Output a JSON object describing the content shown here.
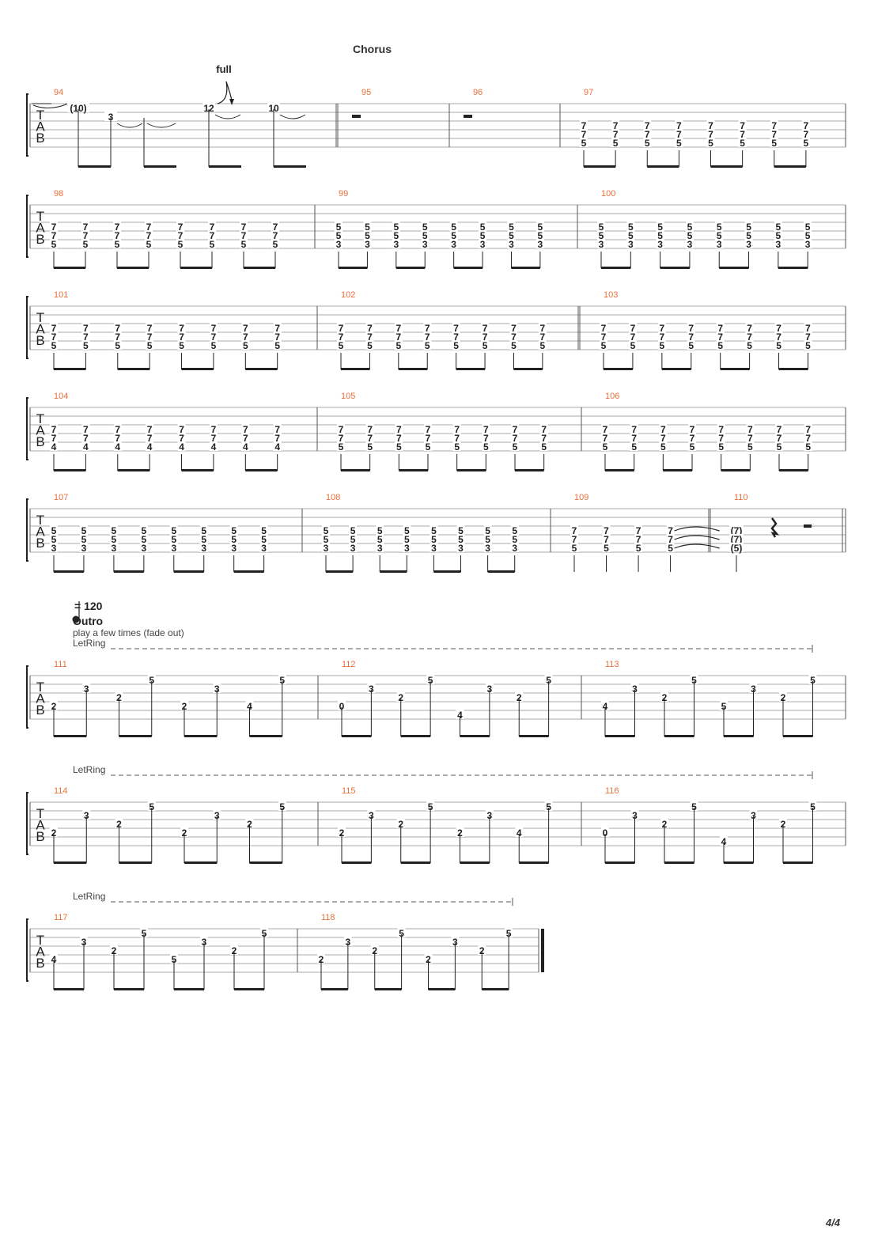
{
  "page": {
    "section_chorus": "Chorus",
    "tempo_value": "= 120",
    "section_outro": "Outro",
    "outro_instruction": "play a few times (fade out)",
    "let_ring_label": "LetRing",
    "bend_label": "full",
    "page_number": "4/4"
  },
  "tab_letters": [
    "T",
    "A",
    "B"
  ],
  "systems": [
    {
      "measures": [
        {
          "number": "94",
          "notes": [
            [
              "(10)"
            ],
            [
              "3"
            ],
            [
              ""
            ],
            [
              "12"
            ],
            [
              "10"
            ]
          ],
          "has_bend": true
        },
        {
          "number": "95",
          "rest": "whole"
        },
        {
          "number": "96",
          "rest": "whole"
        },
        {
          "number": "97",
          "chord": [
            "7",
            "7",
            "5"
          ],
          "count": 8
        }
      ]
    },
    {
      "measures": [
        {
          "number": "98",
          "chord": [
            "7",
            "7",
            "5"
          ],
          "count": 8
        },
        {
          "number": "99",
          "chord": [
            "5",
            "5",
            "3"
          ],
          "count": 8
        },
        {
          "number": "100",
          "chord": [
            "5",
            "5",
            "3"
          ],
          "count": 8
        }
      ]
    },
    {
      "measures": [
        {
          "number": "101",
          "chord": [
            "7",
            "7",
            "5"
          ],
          "count": 8
        },
        {
          "number": "102",
          "chord": [
            "7",
            "7",
            "5"
          ],
          "count": 8
        },
        {
          "number": "103",
          "chord": [
            "7",
            "7",
            "5"
          ],
          "count": 8
        }
      ]
    },
    {
      "measures": [
        {
          "number": "104",
          "chord": [
            "7",
            "7",
            "4"
          ],
          "count": 8
        },
        {
          "number": "105",
          "chord": [
            "7",
            "7",
            "5"
          ],
          "count": 8
        },
        {
          "number": "106",
          "chord": [
            "7",
            "7",
            "5"
          ],
          "count": 8
        }
      ]
    },
    {
      "measures": [
        {
          "number": "107",
          "chord": [
            "5",
            "5",
            "3"
          ],
          "count": 8
        },
        {
          "number": "108",
          "chord": [
            "5",
            "5",
            "3"
          ],
          "count": 8
        },
        {
          "number": "109",
          "chord": [
            "7",
            "7",
            "5"
          ],
          "count": 4
        },
        {
          "number": "110",
          "chord": [
            "(7)",
            "(7)",
            "(5)"
          ],
          "count": 1,
          "rest": "quarter-half"
        }
      ]
    },
    {
      "measures": [
        {
          "number": "111",
          "arp": [
            [
              "2",
              3
            ],
            [
              "3",
              1
            ],
            [
              "2",
              2
            ],
            [
              "5",
              0
            ],
            [
              "2",
              3
            ],
            [
              "3",
              1
            ],
            [
              "4",
              3
            ],
            [
              "5",
              0
            ]
          ]
        },
        {
          "number": "112",
          "arp": [
            [
              "0",
              3
            ],
            [
              "3",
              1
            ],
            [
              "2",
              2
            ],
            [
              "5",
              0
            ],
            [
              "4",
              4
            ],
            [
              "3",
              1
            ],
            [
              "2",
              2
            ],
            [
              "5",
              0
            ]
          ]
        },
        {
          "number": "113",
          "arp": [
            [
              "4",
              3
            ],
            [
              "3",
              1
            ],
            [
              "2",
              2
            ],
            [
              "5",
              0
            ],
            [
              "5",
              3
            ],
            [
              "3",
              1
            ],
            [
              "2",
              2
            ],
            [
              "5",
              0
            ]
          ]
        }
      ]
    },
    {
      "measures": [
        {
          "number": "114",
          "arp": [
            [
              "2",
              3
            ],
            [
              "3",
              1
            ],
            [
              "2",
              2
            ],
            [
              "5",
              0
            ],
            [
              "2",
              3
            ],
            [
              "3",
              1
            ],
            [
              "2",
              2
            ],
            [
              "5",
              0
            ]
          ]
        },
        {
          "number": "115",
          "arp": [
            [
              "2",
              3
            ],
            [
              "3",
              1
            ],
            [
              "2",
              2
            ],
            [
              "5",
              0
            ],
            [
              "2",
              3
            ],
            [
              "3",
              1
            ],
            [
              "4",
              3
            ],
            [
              "5",
              0
            ]
          ]
        },
        {
          "number": "116",
          "arp": [
            [
              "0",
              3
            ],
            [
              "3",
              1
            ],
            [
              "2",
              2
            ],
            [
              "5",
              0
            ],
            [
              "4",
              4
            ],
            [
              "3",
              1
            ],
            [
              "2",
              2
            ],
            [
              "5",
              0
            ]
          ]
        }
      ]
    },
    {
      "measures": [
        {
          "number": "117",
          "arp": [
            [
              "4",
              3
            ],
            [
              "3",
              1
            ],
            [
              "2",
              2
            ],
            [
              "5",
              0
            ],
            [
              "5",
              3
            ],
            [
              "3",
              1
            ],
            [
              "2",
              2
            ],
            [
              "5",
              0
            ]
          ]
        },
        {
          "number": "118",
          "arp": [
            [
              "2",
              3
            ],
            [
              "3",
              1
            ],
            [
              "2",
              2
            ],
            [
              "5",
              0
            ],
            [
              "2",
              3
            ],
            [
              "3",
              1
            ],
            [
              "2",
              2
            ],
            [
              "5",
              0
            ]
          ]
        }
      ]
    }
  ],
  "colors": {
    "measure_number": "#e8703a",
    "staff_line": "#aaaaaa",
    "ink": "#222222"
  }
}
